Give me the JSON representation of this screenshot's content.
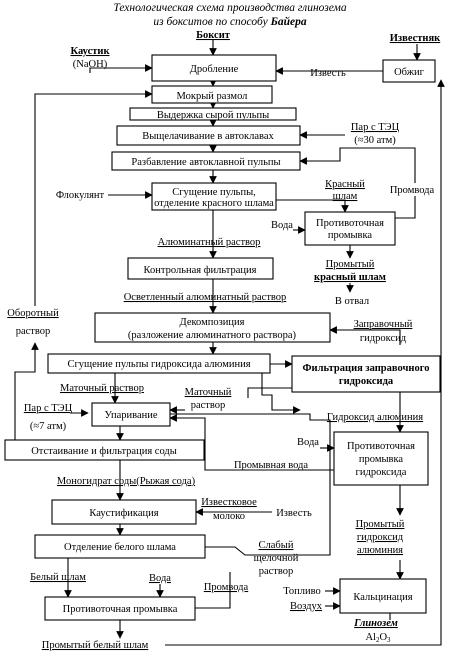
{
  "title": {
    "line1": "Технологическая схема производства глинозема",
    "line2_pre": "из бокситов по способу ",
    "line2_bold": "Байера"
  },
  "inputs": {
    "bauxite": "Боксит",
    "caustic": "Каустик",
    "naoh": "(NaOH)",
    "limestone": "Известняк"
  },
  "boxes": {
    "crushing": "Дробление",
    "roasting": "Обжиг",
    "wet_grinding": "Мокрый размол",
    "holding": "Выдержка сырой пульпы",
    "leaching": "Выщелачивание в автоклавах",
    "dilution": "Разбавление автоклавной пульпы",
    "thickening_1": "Сгущение пульпы,",
    "thickening_2": "отделение красного шлама",
    "ccw_red_1": "Противоточная",
    "ccw_red_2": "промывка",
    "control_filtration": "Контрольная фильтрация",
    "decomposition_1": "Декомпозиция",
    "decomposition_2": "(разложение алюминатного раствора)",
    "hydroxide_thickening": "Сгущение пульпы гидроксида алюминия",
    "seed_filtration_1": "Фильтрация заправочного",
    "seed_filtration_2": "гидроксида",
    "evaporation": "Упаривание",
    "soda_settling": "Отстаивание и фильтрация соды",
    "ccw_hydroxide_1": "Противоточная",
    "ccw_hydroxide_2": "промывка",
    "ccw_hydroxide_3": "гидроксида",
    "causticization": "Каустификация",
    "white_mud_separation": "Отделение белого шлама",
    "calcination": "Кальцинация",
    "ccw_white": "Противоточная промывка"
  },
  "labels": {
    "lime": "Известь",
    "steam_tec": "Пар с ТЭЦ",
    "steam_30": "(≈30 атм)",
    "flocculant": "Флокулянт",
    "red": "Красный",
    "mud": "шлам",
    "wash_water": "Промвода",
    "water": "Вода",
    "aluminate_solution": "Алюминатный раствор",
    "washed": "Промытый",
    "red_mud": "красный шлам",
    "to_dump": "В отвал",
    "return_1": "Оборотный",
    "return_2": "раствор",
    "clarified_solution": "Осветленный алюминатный раствор",
    "seed_1": "Заправочный",
    "seed_2": "гидроксид",
    "mother_liquor": "Маточный раствор",
    "mother_1": "Маточный",
    "mother_2": "раствор",
    "steam_7": "(≈7 атм)",
    "aluminium_hydroxide": "Гидроксид алюминия",
    "wash_water_full": "Промывная вода",
    "soda_monohydrate": "Моногидрат соды(Рыжая сода)",
    "lime_milk_1": "Известковое",
    "lime_milk_2": "молоко",
    "weak_1": "Слабый",
    "weak_2": "щелочной",
    "weak_3": "раствор",
    "washed_hydr_1": "Промытый",
    "washed_hydr_2": "гидроксид",
    "washed_hydr_3": "алюминия",
    "white_mud": "Белый шлам",
    "fuel": "Топливо",
    "air": "Воздух",
    "alumina": "Глинозем",
    "al2o3_main": "Al",
    "al2o3_sub1": "2",
    "al2o3_mid": "O",
    "al2o3_sub2": "3",
    "washed_white_mud": "Промытый белый шлам"
  }
}
